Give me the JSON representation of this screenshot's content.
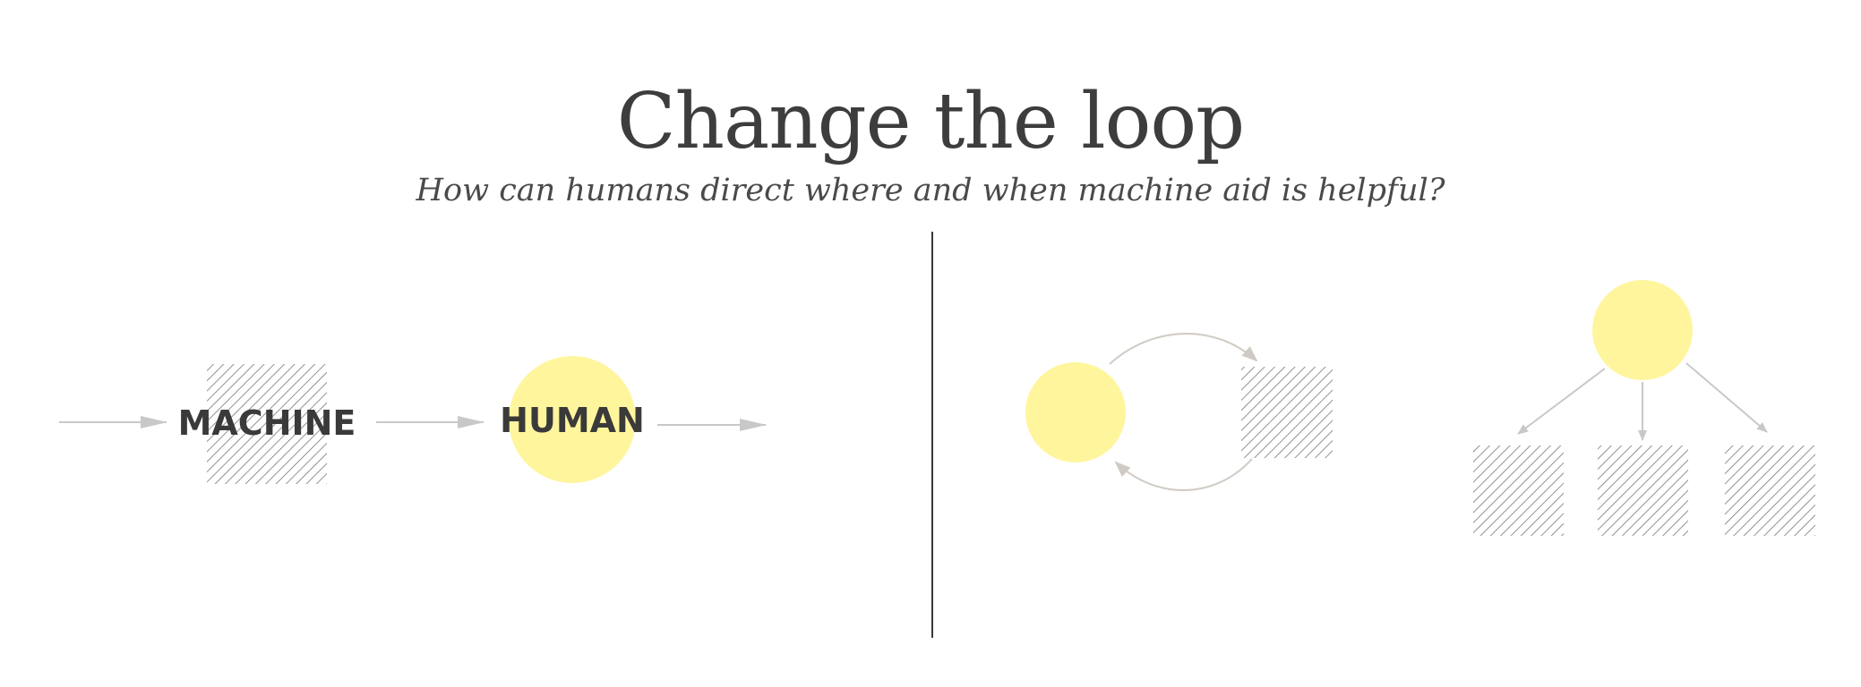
{
  "title": "Change the loop",
  "subtitle": "How can humans direct where and when machine aid is helpful?",
  "nodes": {
    "machine_label": "MACHINE",
    "human_label": "HUMAN"
  },
  "colors": {
    "human_fill": "#fff59d",
    "machine_hatch": "#777777",
    "arrow": "#c8c8c8",
    "loop_arrow": "#d0cbc4",
    "divider": "#222222",
    "text": "#3d3d3d"
  }
}
